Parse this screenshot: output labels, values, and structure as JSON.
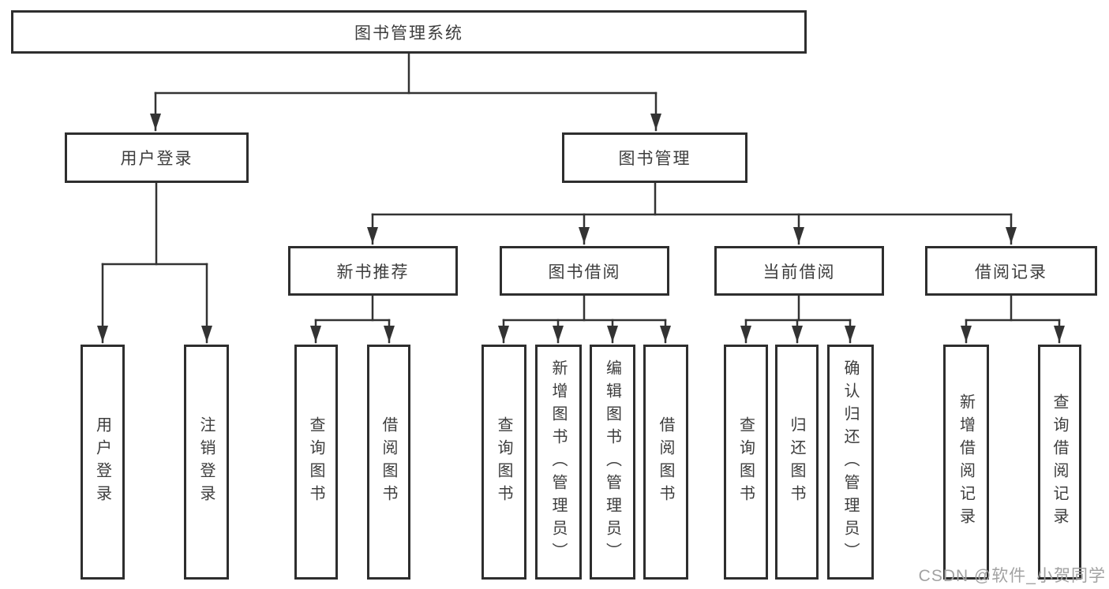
{
  "diagram": {
    "title": "图书管理系统",
    "tree": {
      "label": "图书管理系统",
      "children": [
        {
          "label": "用户登录",
          "children": [
            {
              "label": "用户登录"
            },
            {
              "label": "注销登录"
            }
          ]
        },
        {
          "label": "图书管理",
          "children": [
            {
              "label": "新书推荐",
              "children": [
                {
                  "label": "查询图书"
                },
                {
                  "label": "借阅图书"
                }
              ]
            },
            {
              "label": "图书借阅",
              "children": [
                {
                  "label": "查询图书"
                },
                {
                  "label": "新增图书（管理员）"
                },
                {
                  "label": "编辑图书（管理员）"
                },
                {
                  "label": "借阅图书"
                }
              ]
            },
            {
              "label": "当前借阅",
              "children": [
                {
                  "label": "查询图书"
                },
                {
                  "label": "归还图书"
                },
                {
                  "label": "确认归还（管理员）"
                }
              ]
            },
            {
              "label": "借阅记录",
              "children": [
                {
                  "label": "新增借阅记录"
                },
                {
                  "label": "查询借阅记录"
                }
              ]
            }
          ]
        }
      ]
    },
    "colors": {
      "line": "#333333",
      "border": "#2e2e2e",
      "text": "#3d3d3d",
      "watermark": "#a2a2a2",
      "background": "#ffffff"
    }
  },
  "watermark": {
    "text": "CSDN @软件_小贺同学"
  }
}
